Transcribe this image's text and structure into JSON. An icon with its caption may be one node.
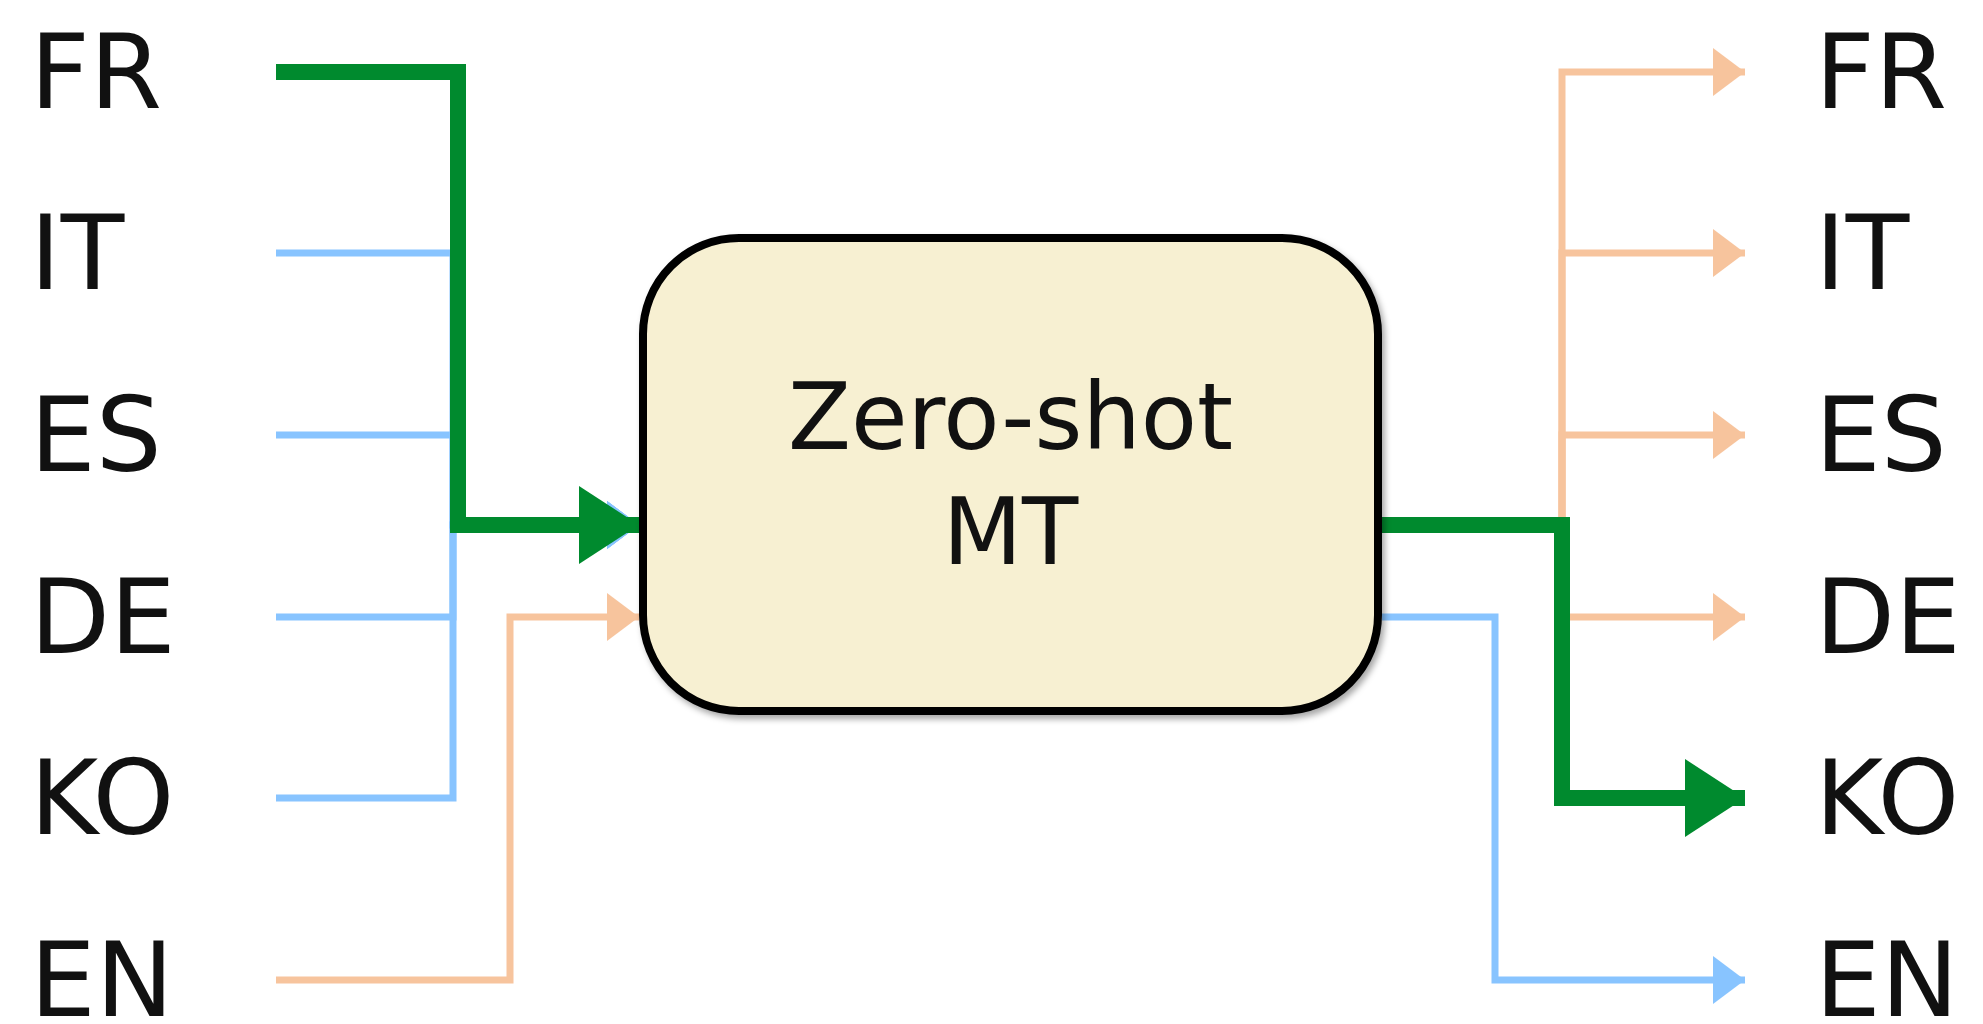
{
  "diagram": {
    "nodes": [
      {
        "text": [
          "FR"
        ]
      },
      {
        "text": [
          "IT"
        ]
      },
      {
        "text": [
          "ES"
        ]
      },
      {
        "text": [
          "DE"
        ]
      },
      {
        "text": [
          "KO"
        ]
      },
      {
        "text": [
          "EN"
        ]
      },
      {
        "text": [
          "Zero-shot MT"
        ]
      },
      {
        "text": [
          "FR"
        ]
      },
      {
        "text": [
          "IT"
        ]
      },
      {
        "text": [
          "ES"
        ]
      },
      {
        "text": [
          "DE"
        ]
      },
      {
        "text": [
          "KO"
        ]
      },
      {
        "text": [
          "EN"
        ]
      }
    ],
    "edges": [
      {
        "from": 0,
        "to": 6,
        "arrow": "to",
        "style": "thick",
        "color": "#008a2e"
      },
      {
        "from": 1,
        "to": 6,
        "arrow": "to",
        "color": "#88c4ff"
      },
      {
        "from": 2,
        "to": 6,
        "arrow": "to",
        "color": "#88c4ff"
      },
      {
        "from": 3,
        "to": 6,
        "arrow": "to",
        "color": "#88c4ff"
      },
      {
        "from": 4,
        "to": 6,
        "arrow": "to",
        "color": "#88c4ff"
      },
      {
        "from": 5,
        "to": 6,
        "arrow": "to",
        "color": "#f7c49d"
      },
      {
        "from": 6,
        "to": 7,
        "arrow": "to",
        "color": "#f7c49d"
      },
      {
        "from": 6,
        "to": 8,
        "arrow": "to",
        "color": "#f7c49d"
      },
      {
        "from": 6,
        "to": 9,
        "arrow": "to",
        "color": "#f7c49d"
      },
      {
        "from": 6,
        "to": 10,
        "arrow": "to",
        "color": "#f7c49d"
      },
      {
        "from": 6,
        "to": 11,
        "arrow": "to",
        "style": "thick",
        "color": "#008a2e"
      },
      {
        "from": 6,
        "to": 12,
        "arrow": "to",
        "color": "#88c4ff"
      }
    ]
  }
}
